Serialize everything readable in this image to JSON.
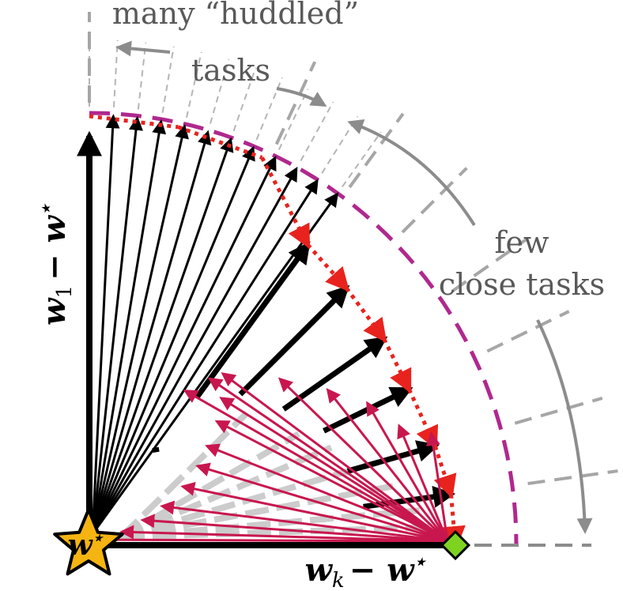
{
  "labels": {
    "many_line1": "many “huddled”",
    "many_line2": "tasks",
    "few_line1": "few",
    "few_line2": "close tasks",
    "y_axis_w": "w",
    "y_axis_sub": "1",
    "y_axis_rest": "− w",
    "y_axis_sup": "⋆",
    "x_axis_w": "w",
    "x_axis_sub": "k",
    "x_axis_rest": "− w",
    "x_axis_sup": "⋆",
    "origin_w": "w",
    "origin_sup": "⋆"
  },
  "colors": {
    "black": "#000000",
    "gray": "#8c8c8c",
    "light_gray": "#cccccc",
    "magenta_dashed": "#b0288e",
    "red_dotted": "#e8231e",
    "crimson_arrows": "#c8174e",
    "star_fill": "#f5b412",
    "diamond_fill": "#7ed321"
  },
  "icons": {
    "origin": "star-icon",
    "target": "diamond-icon"
  }
}
